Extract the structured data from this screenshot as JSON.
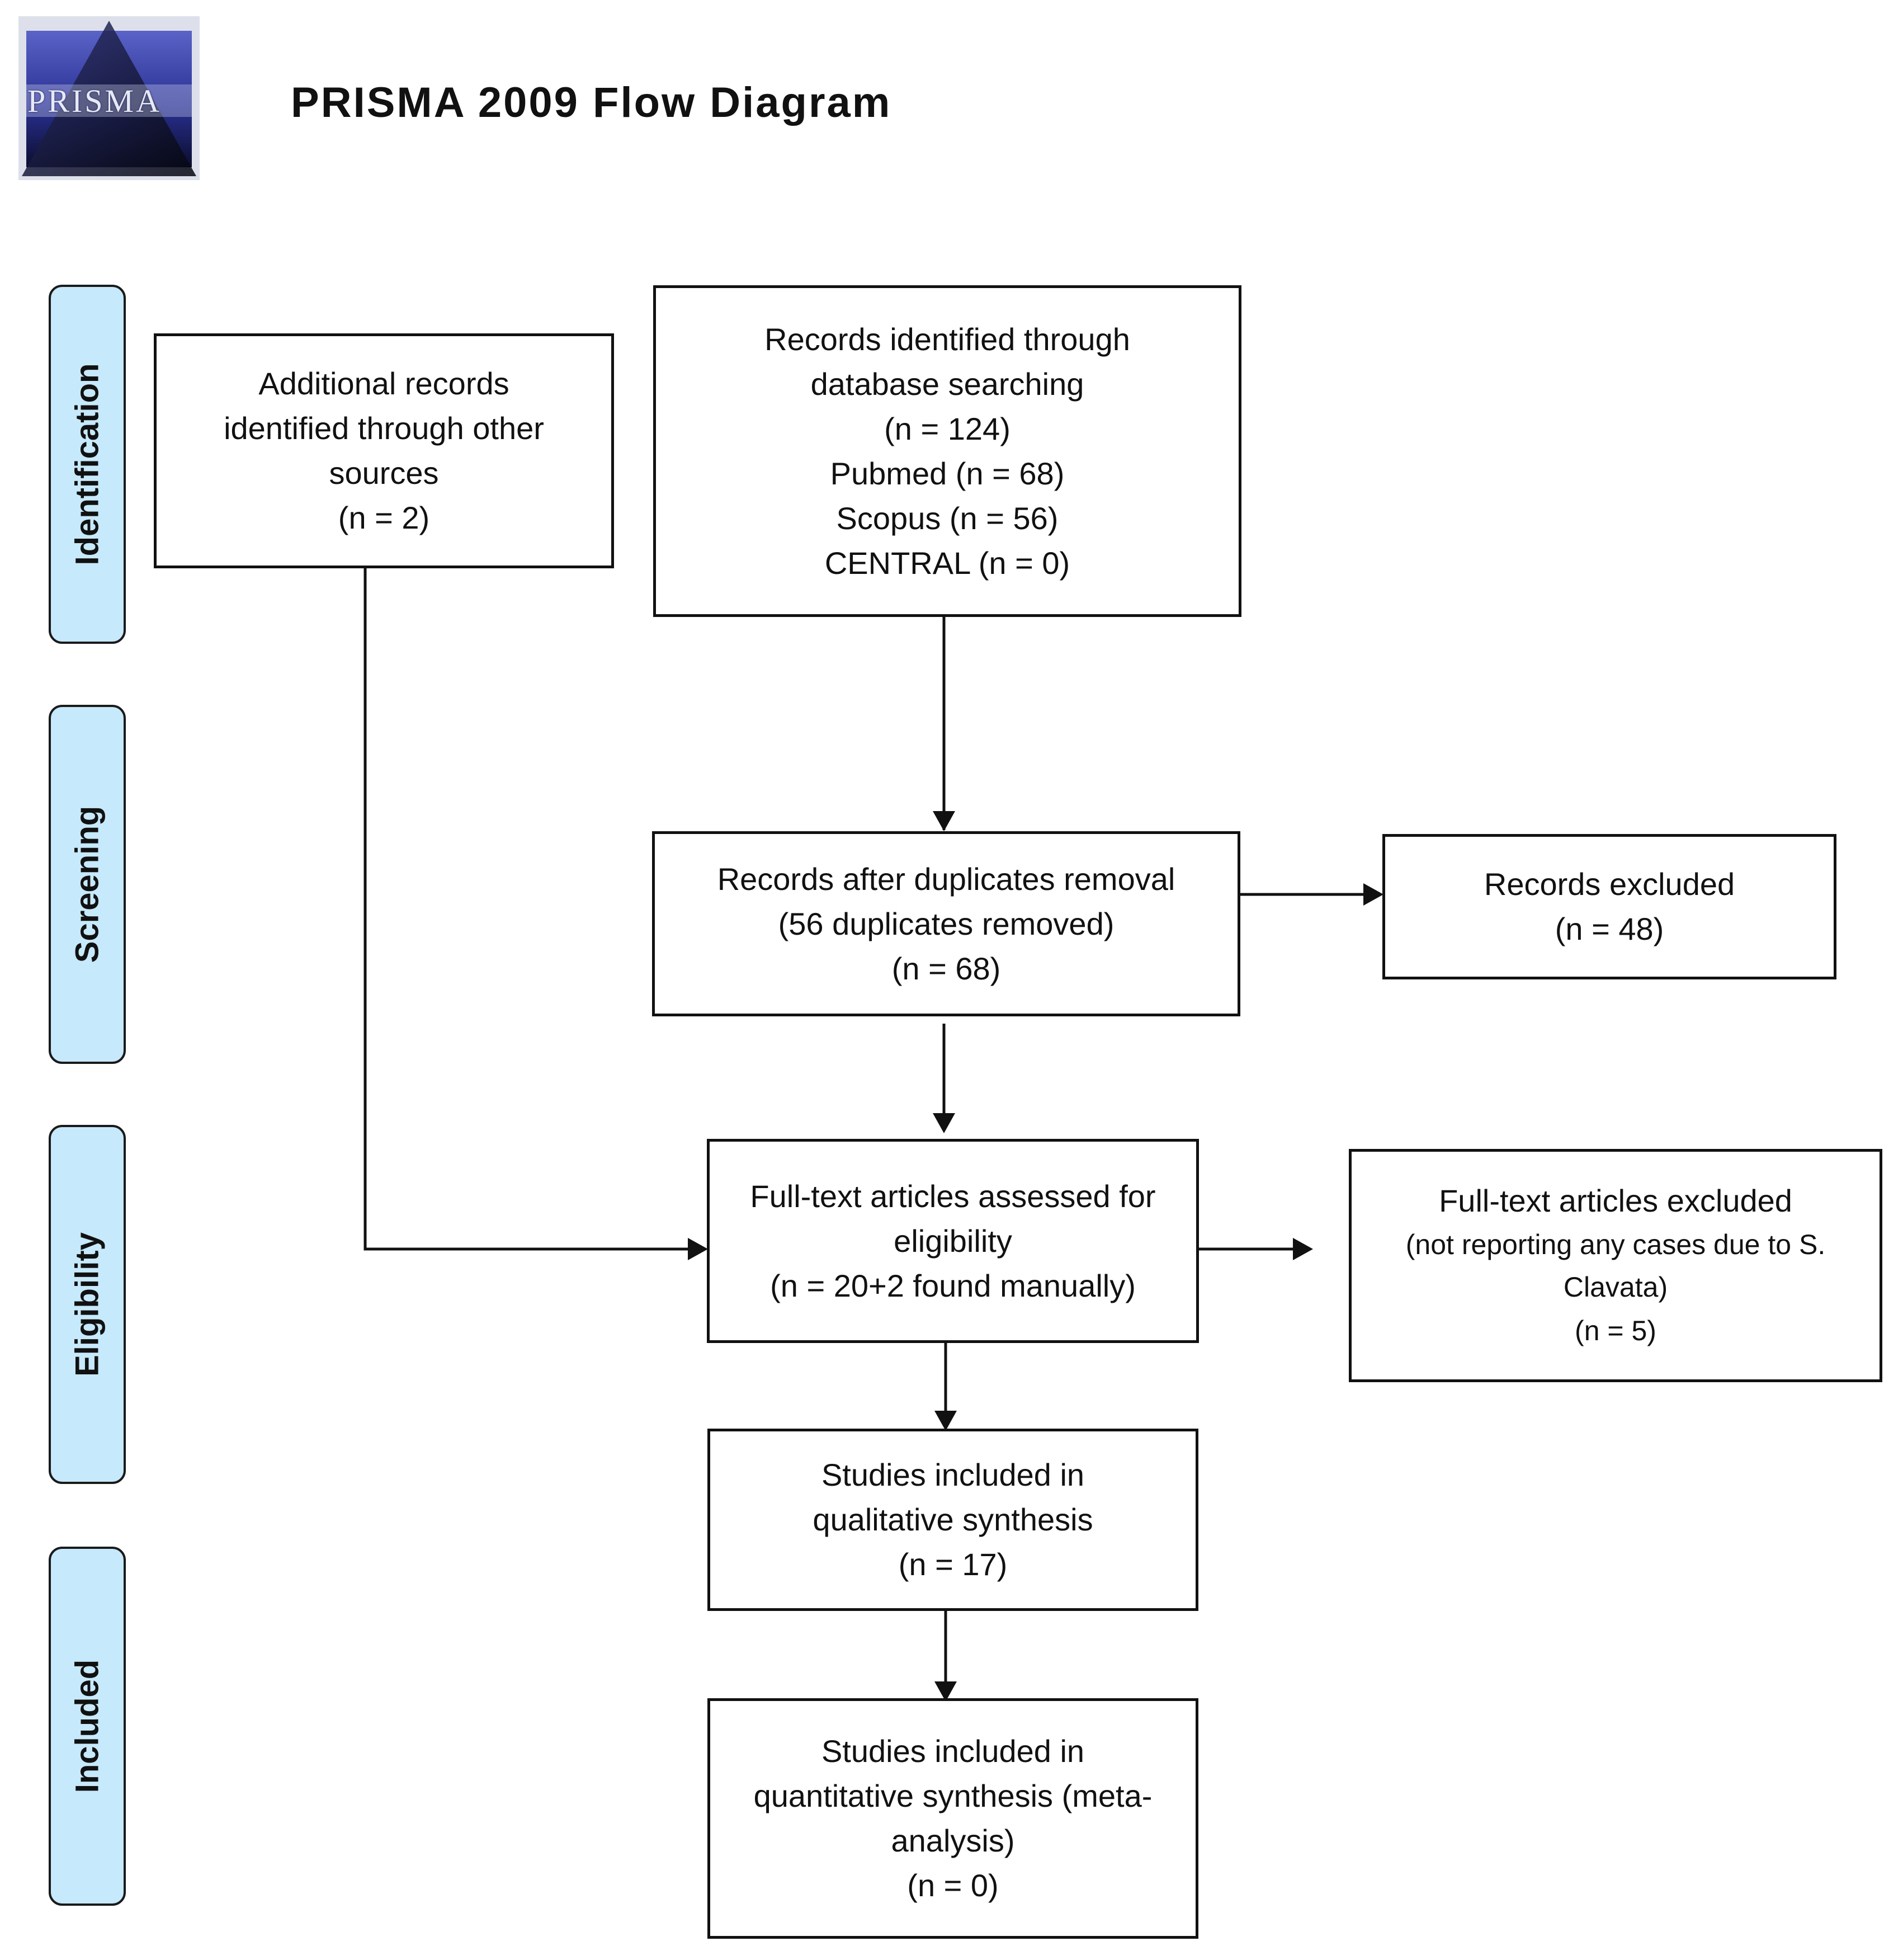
{
  "header": {
    "logo_text": "PRISMA",
    "title": "PRISMA 2009 Flow Diagram"
  },
  "phases": [
    {
      "id": "identification",
      "label": "Identification"
    },
    {
      "id": "screening",
      "label": "Screening"
    },
    {
      "id": "eligibility",
      "label": "Eligibility"
    },
    {
      "id": "included",
      "label": "Included"
    }
  ],
  "boxes": {
    "database": {
      "lines": [
        "Records identified through",
        "database searching",
        "(n = 124)",
        "Pubmed (n = 68)",
        "Scopus (n = 56)",
        "CENTRAL (n = 0)"
      ]
    },
    "other_sources": {
      "lines": [
        "Additional records",
        "identified through other",
        "sources",
        "(n = 2)"
      ]
    },
    "duplicates_removed": {
      "lines": [
        "Records after duplicates removal",
        "(56 duplicates removed)",
        "(n = 68)"
      ]
    },
    "records_excluded": {
      "lines": [
        "Records excluded",
        "(n = 48)"
      ]
    },
    "fulltext_assessed": {
      "lines": [
        "Full-text articles assessed for",
        "eligibility",
        "(n = 20+2 found manually)"
      ]
    },
    "fulltext_excluded": {
      "title": "Full-text articles excluded",
      "lines": [
        "(not reporting any cases due to S.",
        "Clavata)"
      ],
      "count": "(n = 5)"
    },
    "qualitative": {
      "lines": [
        "Studies included in",
        "qualitative synthesis",
        "(n = 17)"
      ]
    },
    "quantitative": {
      "lines": [
        "Studies included in",
        "quantitative synthesis (meta-",
        "analysis)",
        "(n = 0)"
      ]
    }
  }
}
